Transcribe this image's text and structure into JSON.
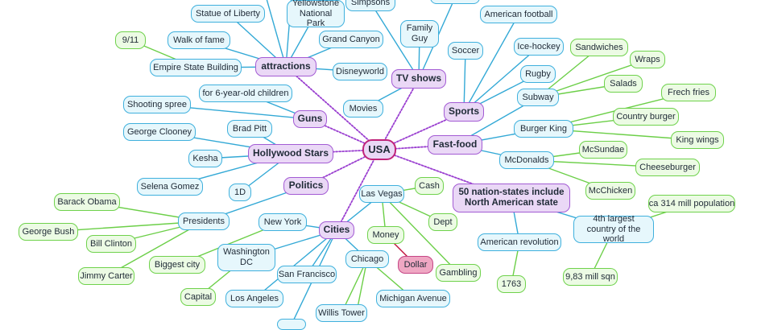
{
  "root": "USA",
  "categories": {
    "attractions": "attractions",
    "tv_shows": "TV shows",
    "sports": "Sports",
    "fast_food": "Fast-food",
    "nation_states": "50 nation-states include North American state",
    "cities": "Cities",
    "politics": "Politics",
    "hollywood_stars": "Hollywood Stars",
    "guns": "Guns"
  },
  "attractions": {
    "statue_of_liberty": "Statue of Liberty",
    "yellowstone": "Yellowstone National Park",
    "grand_canyon": "Grand Canyon",
    "walk_of_fame": "Walk of fame",
    "empire_state": "Empire State Building",
    "nine_eleven": "9/11",
    "disneyworld": "Disneyworld"
  },
  "tv_shows": {
    "simpsons": "Simpsons",
    "family_guy": "Family Guy",
    "movies": "Movies"
  },
  "sports": {
    "american_football": "American football",
    "soccer": "Soccer",
    "ice_hockey": "Ice-hockey",
    "rugby": "Rugby"
  },
  "fast_food": {
    "subway": "Subway",
    "sandwiches": "Sandwiches",
    "wraps": "Wraps",
    "salads": "Salads",
    "burger_king": "Burger King",
    "french_fries": "Frech fries",
    "country_burger": "Country burger",
    "king_wings": "King wings",
    "mcdonalds": "McDonalds",
    "mcsundae": "McSundae",
    "cheeseburger": "Cheeseburger",
    "mcchicken": "McChicken"
  },
  "nation_states": {
    "fourth_largest": "4th largest country of the world",
    "population": "ca 314 mill population",
    "area": "9,83 mill sqn",
    "american_revolution": "American revolution",
    "year_1763": "1763"
  },
  "guns": {
    "for_children": "for 6-year-old children",
    "shooting_spree": "Shooting spree"
  },
  "hollywood_stars": {
    "brad_pitt": "Brad Pitt",
    "george_clooney": "George Clooney",
    "kesha": "Kesha",
    "selena_gomez": "Selena Gomez",
    "one_d": "1D"
  },
  "politics": {
    "presidents": "Presidents",
    "barack_obama": "Barack Obama",
    "george_bush": "George Bush",
    "bill_clinton": "Bill Clinton",
    "jimmy_carter": "Jimmy Carter"
  },
  "cities": {
    "las_vegas": "Las Vegas",
    "cash": "Cash",
    "dept": "Dept",
    "money": "Money",
    "dollar": "Dollar",
    "gambling": "Gambling",
    "new_york": "New York",
    "biggest_city": "Biggest city",
    "washington_dc": "Washington DC",
    "capital": "Capital",
    "chicago": "Chicago",
    "michigan_avenue": "Michigan Avenue",
    "willis_tower": "Willis Tower",
    "san_francisco": "San Francisco",
    "los_angeles": "Los Angeles"
  },
  "colors": {
    "purple_line": "#9a3fd0",
    "blue_line": "#33a9d6",
    "green_line": "#6ccf48",
    "red_line": "#c0103a"
  }
}
